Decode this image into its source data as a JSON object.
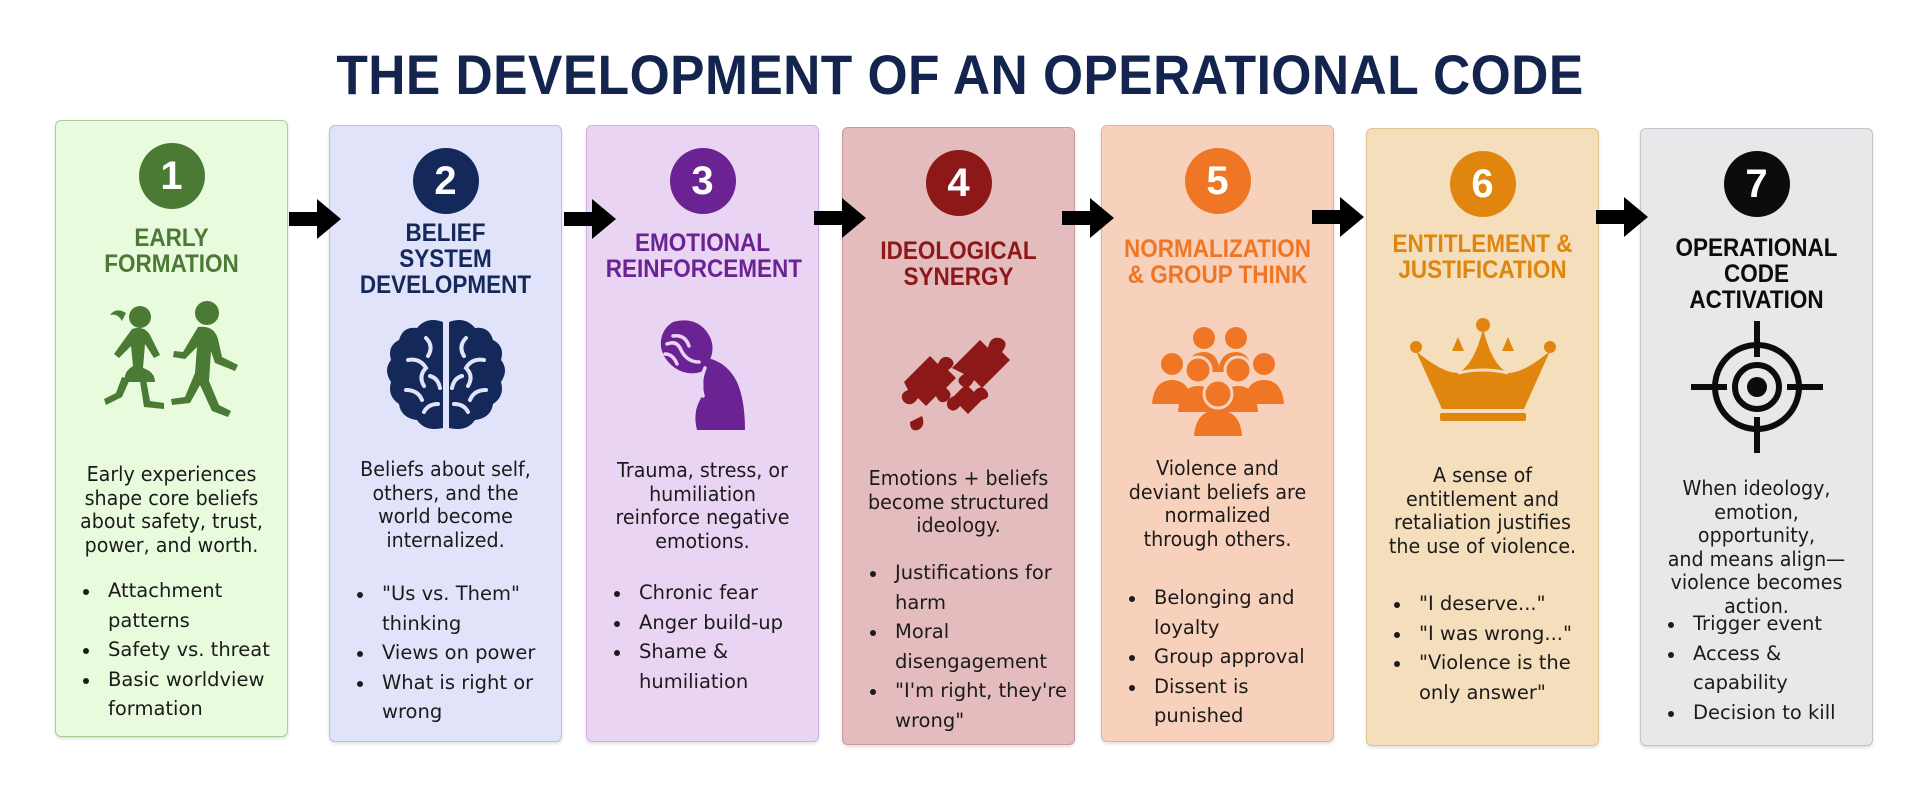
{
  "title": "THE DEVELOPMENT OF AN OPERATIONAL CODE",
  "stages": [
    {
      "number": "1",
      "title_lines": [
        "EARLY",
        "FORMATION"
      ],
      "description_lines": [
        "Early experiences",
        "shape core beliefs",
        "about safety, trust,",
        "power, and worth."
      ],
      "bullets": [
        "Attachment patterns",
        "Safety vs. threat",
        "Basic worldview formation"
      ],
      "icon": "running-children-icon",
      "color": "#4a7a34",
      "background": "#e9fbdd",
      "border": "#aacf93"
    },
    {
      "number": "2",
      "title_lines": [
        "BELIEF",
        "SYSTEM",
        "DEVELOPMENT"
      ],
      "description_lines": [
        "Beliefs about self,",
        "others, and the",
        "world become",
        "internalized."
      ],
      "bullets": [
        "\"Us vs. Them\" thinking",
        "Views on power",
        "What is right or wrong"
      ],
      "icon": "brain-icon",
      "color": "#14295a",
      "background": "#e1e3fb",
      "border": "#b9bde8"
    },
    {
      "number": "3",
      "title_lines": [
        "EMOTIONAL",
        "REINFORCEMENT"
      ],
      "description_lines": [
        "Trauma, stress, or",
        "humiliation",
        "reinforce negative",
        "emotions."
      ],
      "bullets": [
        "Chronic fear",
        "Anger build-up",
        "Shame & humiliation"
      ],
      "icon": "distressed-person-icon",
      "color": "#6b2394",
      "background": "#ead4f4",
      "border": "#cfaee3"
    },
    {
      "number": "4",
      "title_lines": [
        "IDEOLOGICAL",
        "SYNERGY"
      ],
      "description_lines": [
        "Emotions + beliefs",
        "become structured",
        "ideology."
      ],
      "bullets": [
        "Justifications for harm",
        "Moral disengagement",
        "\"I'm right, they're wrong\""
      ],
      "icon": "puzzle-pieces-icon",
      "color": "#8c1818",
      "background": "#e4bcbe",
      "border": "#c89a9d"
    },
    {
      "number": "5",
      "title_lines": [
        "NORMALIZATION",
        "& GROUP THINK"
      ],
      "description_lines": [
        "Violence and",
        "deviant beliefs are",
        "normalized",
        "through others."
      ],
      "bullets": [
        "Belonging and loyalty",
        "Group approval",
        "Dissent is punished"
      ],
      "icon": "group-icon",
      "color": "#ef7624",
      "background": "#f8d1bc",
      "border": "#e6b093"
    },
    {
      "number": "6",
      "title_lines": [
        "ENTITLEMENT &",
        "JUSTIFICATION"
      ],
      "description_lines": [
        "A sense of",
        "entitlement and",
        "retaliation justifies",
        "the use of violence."
      ],
      "bullets": [
        "\"I deserve...\"",
        "\"I was wrong...\"",
        "\"Violence is the only answer\""
      ],
      "icon": "crown-icon",
      "color": "#e0860f",
      "background": "#f5debb",
      "border": "#e0c393"
    },
    {
      "number": "7",
      "title_lines": [
        "OPERATIONAL",
        "CODE ACTIVATION"
      ],
      "description_lines": [
        "When ideology,",
        "emotion, opportunity,",
        "and means align—",
        "violence becomes",
        "action."
      ],
      "bullets": [
        "Trigger event",
        "Access & capability",
        "Decision to kill"
      ],
      "icon": "crosshair-target-icon",
      "color": "#0c0c0c",
      "background": "#e8e8ea",
      "border": "#c4c4c8"
    }
  ]
}
